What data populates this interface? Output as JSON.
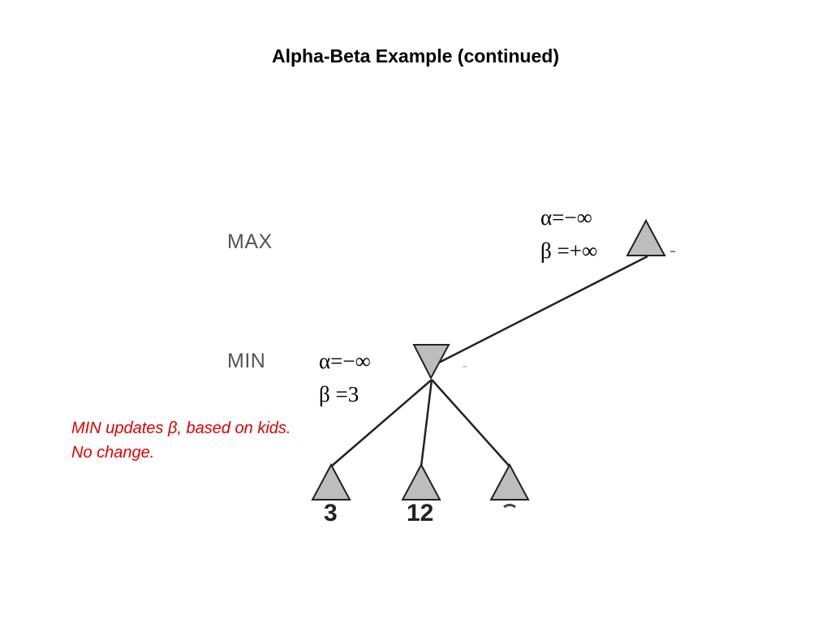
{
  "title": "Alpha-Beta Example (continued)",
  "levels": {
    "max": "MAX",
    "min": "MIN"
  },
  "root": {
    "alpha": "α=−∞",
    "beta": "β =+∞"
  },
  "min_node": {
    "alpha": "α=−∞",
    "beta": "β =3"
  },
  "note": {
    "line1": "MIN updates β, based on kids.",
    "line2": "No change."
  },
  "leaves": [
    "3",
    "12"
  ],
  "colors": {
    "node_fill": "#bdbdbd",
    "note": "#dd0000"
  }
}
